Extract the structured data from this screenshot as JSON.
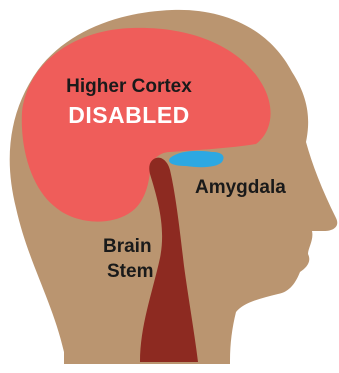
{
  "labels": {
    "cortex_line1": "Higher Cortex",
    "cortex_line2": "DISABLED",
    "amygdala": "Amygdala",
    "stem_line1": "Brain",
    "stem_line2": "Stem"
  },
  "colors": {
    "head": "#BA9570",
    "cortex": "#EF5D5A",
    "amygdala": "#2DA8E2",
    "brain_stem": "#8D2A21",
    "text_dark": "#1a1a1a",
    "text_light": "#FFFFFF"
  }
}
